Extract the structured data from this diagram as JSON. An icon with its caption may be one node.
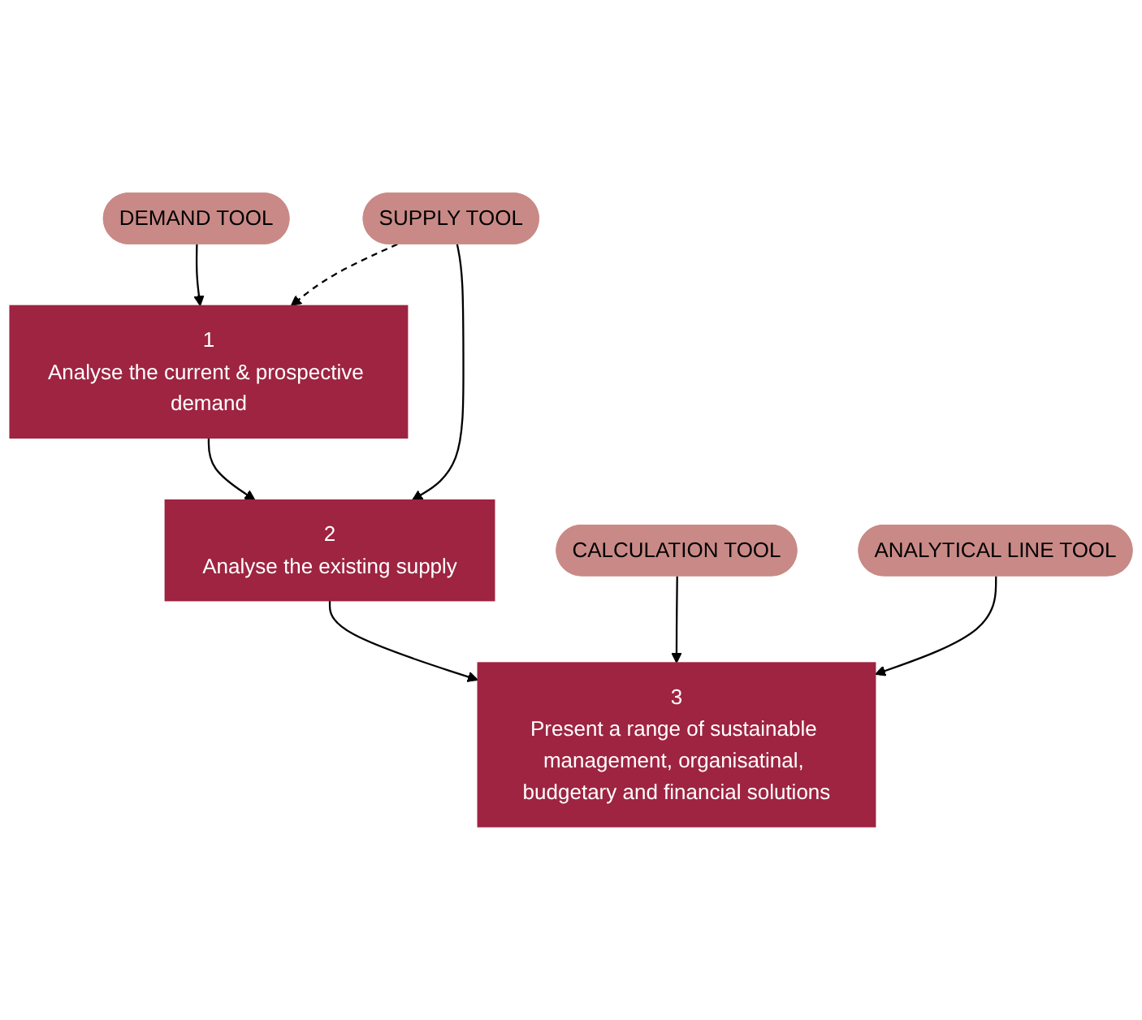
{
  "diagram": {
    "nodes": [
      {
        "text": [
          "1",
          "Analyse the current & prospective demand"
        ]
      },
      {
        "text": [
          "2",
          "Analyse the existing supply"
        ]
      },
      {
        "text": [
          "3",
          "Present a range of sustainable management, organisatinal, budgetary and financial solutions"
        ]
      },
      {
        "text": [
          "DEMAND TOOL"
        ]
      },
      {
        "text": [
          "SUPPLY TOOL"
        ]
      },
      {
        "text": [
          "CALCULATION TOOL"
        ]
      },
      {
        "text": [
          "ANALYTICAL LINE TOOL"
        ]
      }
    ],
    "edges": [
      {
        "from": 0,
        "to": 1,
        "arrow": "to"
      },
      {
        "from": 1,
        "to": 2,
        "arrow": "to"
      },
      {
        "from": 3,
        "to": 0,
        "arrow": "to"
      },
      {
        "from": 4,
        "to": 0,
        "arrow": "to",
        "style": "dashed"
      },
      {
        "from": 4,
        "to": 1,
        "arrow": "to"
      },
      {
        "from": 5,
        "to": 2,
        "arrow": "to"
      },
      {
        "from": 6,
        "to": 2,
        "arrow": "to"
      }
    ]
  }
}
